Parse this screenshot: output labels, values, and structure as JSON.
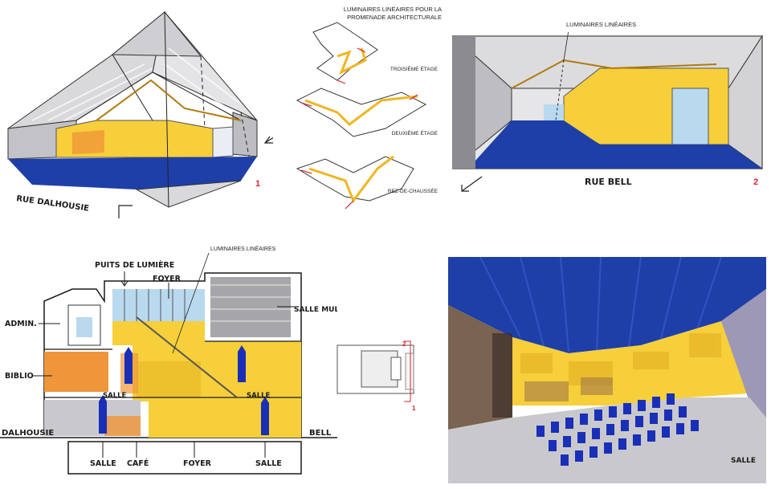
{
  "colors": {
    "yellow": "#f6cf3a",
    "yellow_dark": "#e2ad22",
    "blue": "#1f3fa8",
    "blue_deep": "#1a2fb8",
    "grey": "#c9c9cd",
    "grey_dark": "#8b8b90",
    "orange": "#f0963a",
    "light_blue": "#b9d9ef",
    "brown": "#7a6350",
    "red": "#d8262c",
    "ink": "#1a1a1a"
  },
  "sketch1": {
    "street_label": "RUE DALHOUSIE",
    "number": "1"
  },
  "diagram": {
    "title_line1": "LUMINAIRES LINÉAIRES POUR LA",
    "title_line2": "PROMENADE ARCHITECTURALE",
    "floors": [
      "TROISIÈME ÉTAGE",
      "DEUXIÈME ÉTAGE",
      "REZ-DE-CHAUSSÉE"
    ]
  },
  "sketch2": {
    "callout": "LUMINAIRES LINÉAIRES",
    "street_label": "RUE BELL",
    "number": "2"
  },
  "section": {
    "callout": "LUMINAIRES LINÉAIRES",
    "top_labels": [
      "PUITS DE LUMIÈRE",
      "FOYER"
    ],
    "left_labels": [
      "ADMIN.",
      "BIBLIO"
    ],
    "right_label": "SALLE MULTI",
    "inner_labels": [
      "SALLE",
      "SALLE"
    ],
    "street_left": "DALHOUSIE",
    "street_right": "BELL",
    "bottom_labels": [
      "SALLE",
      "CAFÉ",
      "FOYER",
      "SALLE"
    ]
  },
  "keyplan": {
    "markers": [
      "2",
      "1"
    ]
  },
  "render": {
    "label": "SALLE"
  }
}
